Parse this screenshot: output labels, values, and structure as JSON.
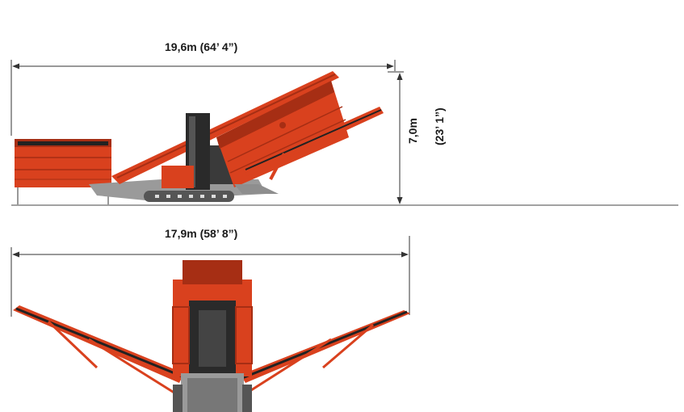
{
  "dimensions": {
    "side_length": "19,6m (64’ 4”)",
    "height_metric": "7,0m",
    "height_imperial": "(23’ 1”)",
    "top_length": "17,9m (58’ 8”)"
  },
  "colors": {
    "machine_orange": "#d9411e",
    "machine_dark_orange": "#a62e14",
    "belt_black": "#222222",
    "track_grey": "#555555",
    "chassis_grey": "#9a9a9a",
    "dimension_line": "#333333"
  }
}
